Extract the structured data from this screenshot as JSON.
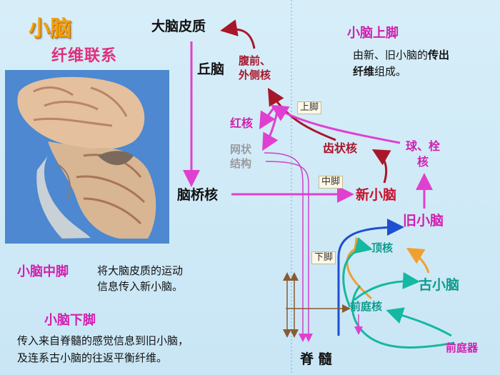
{
  "title": "小脑",
  "subtitle": "纤维联系",
  "nodes": {
    "cortex": "大脑皮质",
    "thalamus": "丘脑",
    "vl_nucleus": "腹前、外侧核",
    "red_nucleus": "红核",
    "reticular": "网状结构",
    "dentate": "齿状核",
    "pons_nuclei": "脑桥核",
    "neocerebellum": "新小脑",
    "olive_wedge": "球、栓核",
    "paleocerebellum": "旧小脑",
    "fastigial": "顶核",
    "archicerebellum": "古小脑",
    "vestibular_nucleus": "前庭核",
    "vestibular_organ": "前庭器",
    "spinal_cord": "脊 髓"
  },
  "tags": {
    "superior": "上脚",
    "middle": "中脚",
    "inferior": "下脚"
  },
  "panels": {
    "superior": {
      "heading": "小脑上脚",
      "line1_pre": "由新、旧小脑的",
      "line1_bold": "传出",
      "line2_bold": "纤维",
      "line2_post": "组成。"
    },
    "middle": {
      "heading": "小脑中脚",
      "line1": "将大脑皮质的运动",
      "line2": "信息传入新小脑。"
    },
    "inferior": {
      "heading": "小脑下脚",
      "line1": "传入来自脊髓的感觉信息到旧小脑，",
      "line2": "及连系古小脑的往返平衡纤维。"
    }
  },
  "colors": {
    "magenta": "#e040d0",
    "dark_red": "#a8162a",
    "blue": "#1f4fd0",
    "teal": "#15b8a0",
    "orange": "#f0a030",
    "brown": "#8a5a30"
  }
}
